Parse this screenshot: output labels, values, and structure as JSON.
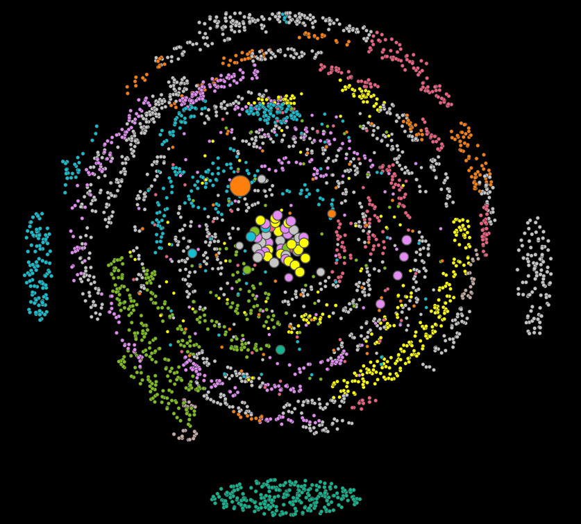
{
  "diagram": {
    "type": "force-directed network graph",
    "background": "#000000",
    "node_outline": "#3a3a3a",
    "palette": {
      "gray": "#c6c6c6",
      "orange": "#ff7f0e",
      "cyan": "#17becf",
      "violet": "#e38df4",
      "yellow": "#ffff00",
      "pink": "#f0607f",
      "green": "#7fbf1f",
      "teal": "#12b58e",
      "taupe": "#c4aca4"
    },
    "clusters": [
      {
        "name": "teal-cluster",
        "color": "teal"
      },
      {
        "name": "cyan-cluster",
        "color": "cyan"
      },
      {
        "name": "gray-cluster",
        "color": "gray"
      },
      {
        "name": "orange-cluster",
        "color": "orange"
      },
      {
        "name": "pink-cluster",
        "color": "pink"
      },
      {
        "name": "violet-cluster",
        "color": "violet"
      },
      {
        "name": "yellow-cluster",
        "color": "yellow"
      },
      {
        "name": "green-cluster",
        "color": "green"
      },
      {
        "name": "taupe-cluster",
        "color": "taupe"
      }
    ],
    "hub_colors": [
      "gray",
      "violet",
      "yellow",
      "violet",
      "gray",
      "violet",
      "yellow",
      "pink",
      "green",
      "gray",
      "violet",
      "yellow",
      "cyan",
      "gray",
      "violet",
      "yellow",
      "gray",
      "violet",
      "gray",
      "yellow",
      "violet",
      "pink",
      "gray",
      "yellow",
      "violet",
      "green",
      "gray",
      "violet",
      "yellow",
      "gray",
      "cyan",
      "violet",
      "gray",
      "yellow",
      "violet",
      "gray",
      "violet",
      "yellow"
    ],
    "large_nodes": [
      "orange",
      "cyan",
      "violet",
      "violet",
      "violet",
      "violet",
      "teal",
      "gray",
      "gray",
      "orange",
      "green",
      "gray",
      "violet"
    ]
  }
}
